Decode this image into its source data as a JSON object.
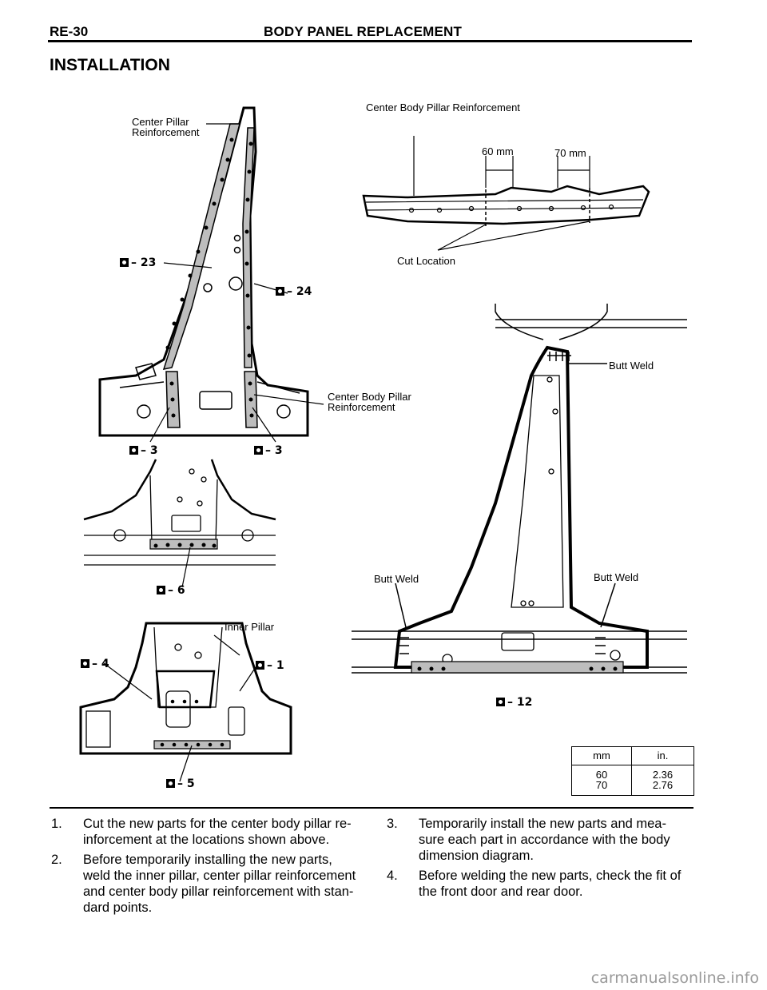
{
  "header": {
    "page_number": "RE-30",
    "title": "BODY PANEL REPLACEMENT"
  },
  "section_title": "INSTALLATION",
  "labels": {
    "center_pillar_reinforcement_line1": "Center Pillar",
    "center_pillar_reinforcement_line2": "Reinforcement",
    "center_body_pillar_reinforcement_top": "Center Body Pillar Reinforcement",
    "dim_60": "60 mm",
    "dim_70": "70 mm",
    "cut_location": "Cut Location",
    "center_body_pillar_line1": "Center Body Pillar",
    "center_body_pillar_line2": "Reinforcement",
    "butt_weld_top": "Butt Weld",
    "butt_weld_left": "Butt Weld",
    "butt_weld_right": "Butt Weld",
    "inner_pillar": "Inner Pillar"
  },
  "weld_codes": {
    "c23": "– 23",
    "c24": "– 24",
    "c3a": "– 3",
    "c3b": "– 3",
    "c6": "– 6",
    "c4": "– 4",
    "c1": "– 1",
    "c5": "– 5",
    "c12": "– 12"
  },
  "conversion_table": {
    "headers": [
      "mm",
      "in."
    ],
    "rows": [
      [
        "60",
        "2.36"
      ],
      [
        "70",
        "2.76"
      ]
    ]
  },
  "steps": [
    {
      "num": "1.",
      "line1": "Cut the new parts for the center body pillar re-",
      "line2": "inforcement at the locations shown above."
    },
    {
      "num": "2.",
      "line1": "Before temporarily installing the new parts,",
      "line2": "weld the inner pillar, center pillar reinforcement",
      "line3": "and center body pillar reinforcement with stan-",
      "line4": "dard points."
    },
    {
      "num": "3.",
      "line1": "Temporarily install the new parts and mea-",
      "line2": "sure each part in accordance with the body",
      "line3": "dimension diagram."
    },
    {
      "num": "4.",
      "line1": "Before welding the new parts, check the fit of",
      "line2": "the front door and rear door."
    }
  ],
  "watermark": "carmanualsonline.info"
}
